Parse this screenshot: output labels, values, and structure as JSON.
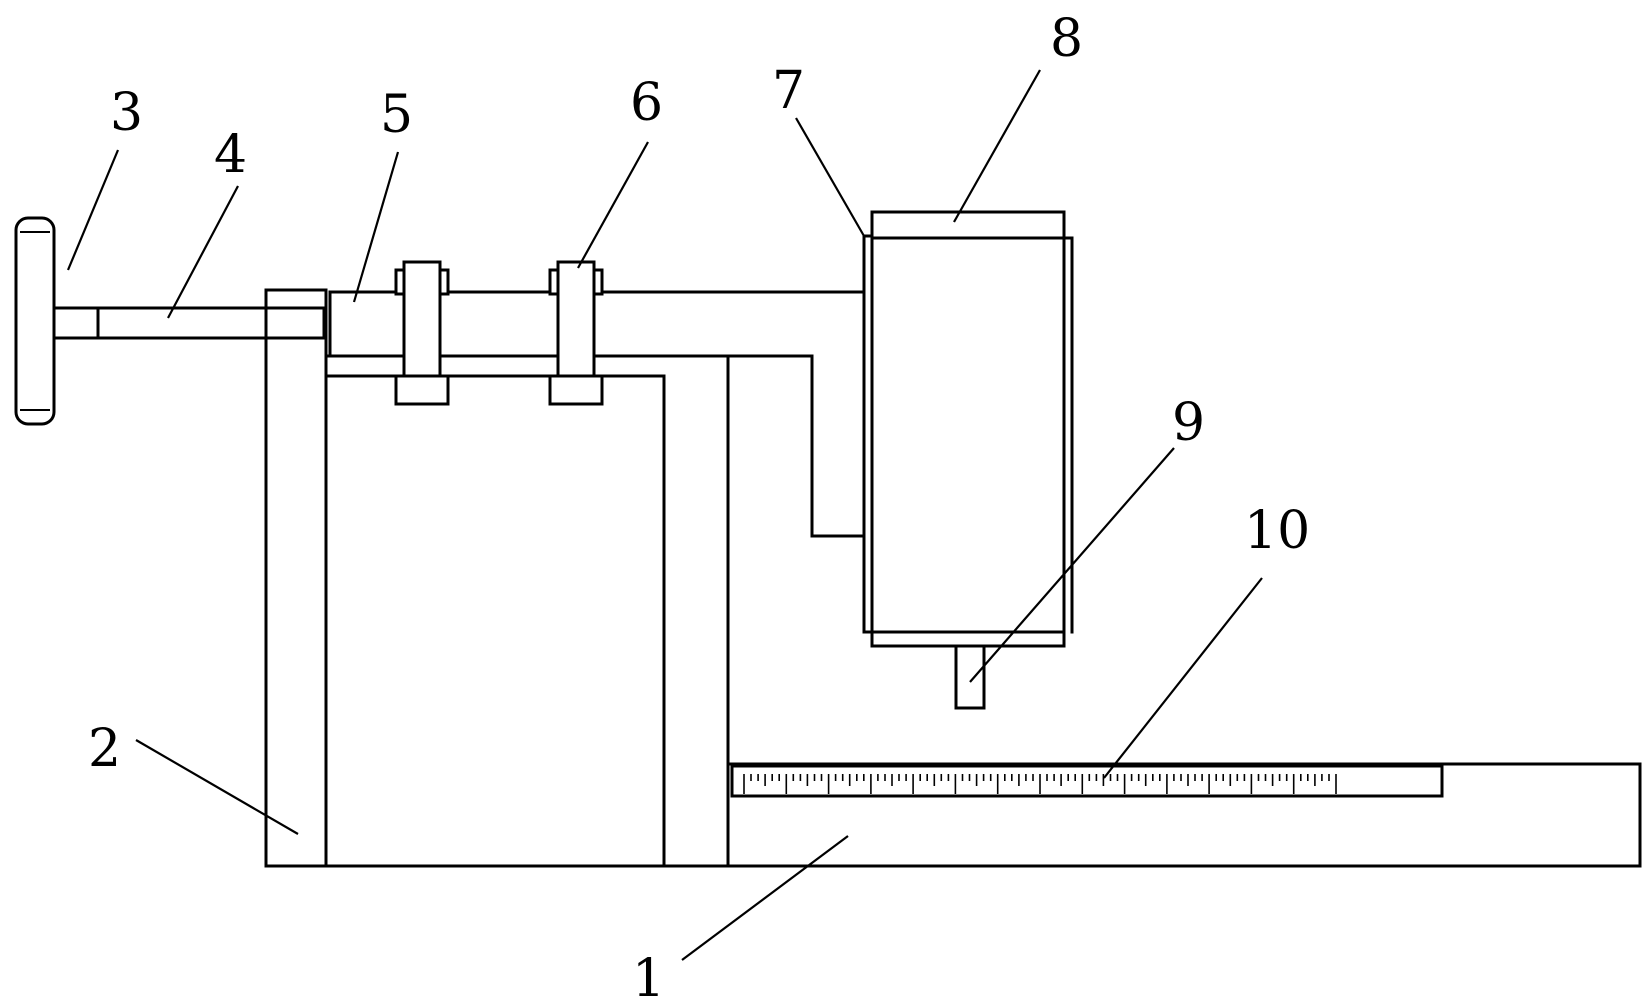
{
  "labels": {
    "l1": "1",
    "l2": "2",
    "l3": "3",
    "l4": "4",
    "l5": "5",
    "l6": "6",
    "l7": "7",
    "l8": "8",
    "l9": "9",
    "l10": "10"
  },
  "scale": {
    "minor_ticks": 84,
    "major_every": 6
  }
}
